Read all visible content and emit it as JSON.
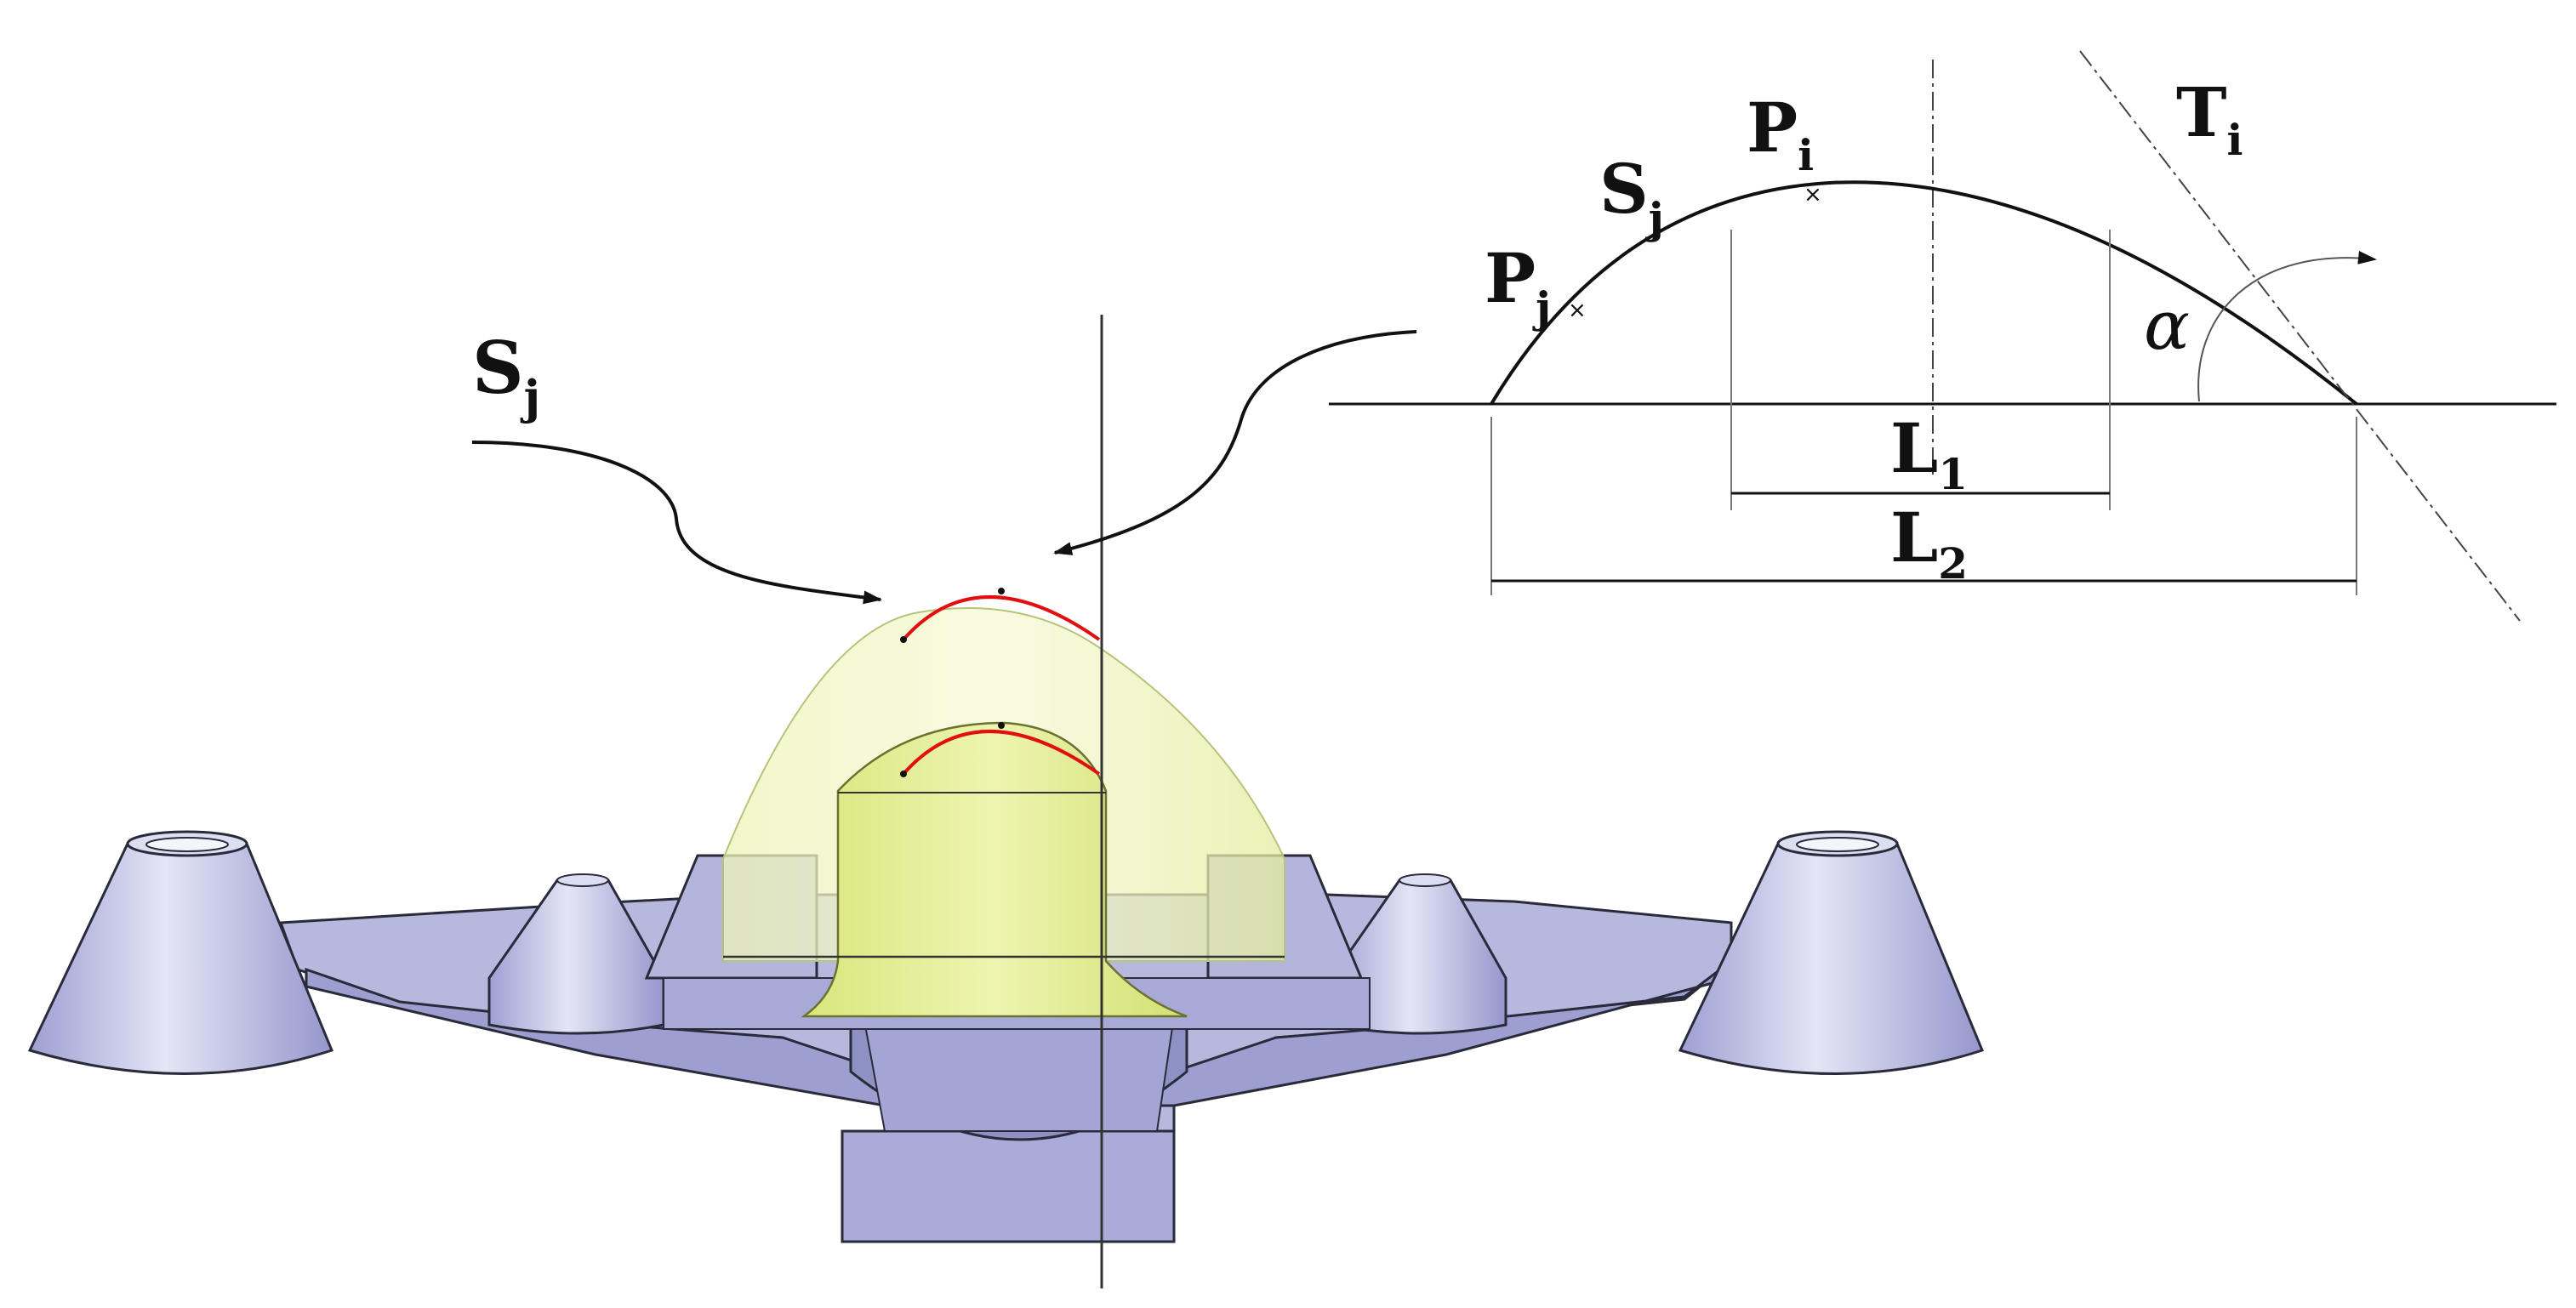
{
  "labels": {
    "s_j_main": {
      "base": "S",
      "sub": "j"
    },
    "s_j_profile": {
      "base": "S",
      "sub": "j"
    },
    "p_i": {
      "base": "P",
      "sub": "i"
    },
    "p_j": {
      "base": "P",
      "sub": "j"
    },
    "t_i": {
      "base": "T",
      "sub": "i"
    },
    "alpha": "α",
    "l_1": {
      "base": "L",
      "sub": "1"
    },
    "l_2": {
      "base": "L",
      "sub": "2"
    }
  },
  "colors": {
    "part_body": "#b8badf",
    "part_shade": "#8f92c4",
    "part_edge": "#2a2a3a",
    "pattern_fill": "#e6ef9a",
    "pattern_inner": "#dde98a",
    "section_curve": "#e01010",
    "line": "#111111"
  }
}
